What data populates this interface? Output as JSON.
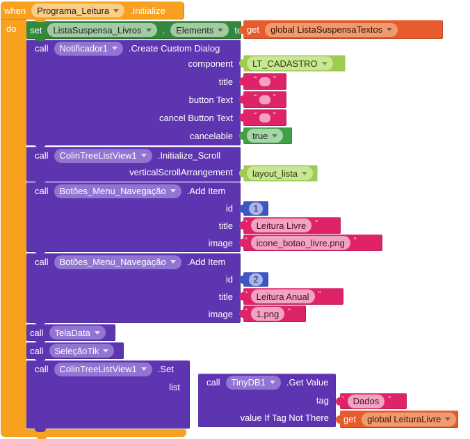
{
  "colors": {
    "event": "#F8A01F",
    "event-light": "#FBCD86",
    "method": "#5E35B1",
    "method-light": "#9274D2",
    "setter": "#33883D",
    "setter-light": "#A3CBA3",
    "logic": "#43A047",
    "logic-light": "#A5D6A7",
    "text": "#DE2368",
    "text-light": "#F2A3C2",
    "number": "#3E56C0",
    "number-light": "#A9B5EA",
    "variable": "#E75C2C",
    "variable-light": "#F09A70",
    "component": "#9FCB52",
    "component-light": "#C9E694"
  },
  "quotes": {
    "open": "“",
    "close": "”"
  },
  "when_block": {
    "keyword": "when",
    "target": "Programa_Leitura",
    "event": ".Initialize",
    "do_label": "do"
  },
  "set_block": {
    "keyword": "set",
    "target": "ListaSuspensa_Livros",
    "separator": ".",
    "property": "Elements",
    "to_label": "to"
  },
  "get_listasuspensatextos": {
    "keyword": "get",
    "variable": "global ListaSuspensaTextos"
  },
  "create_dialog": {
    "keyword": "call",
    "target": "Notificador1",
    "method": ".Create Custom Dialog",
    "labels": {
      "component": "component",
      "title": "title",
      "button_text": "button Text",
      "cancel_button_text": "cancel Button Text",
      "cancelable": "cancelable"
    },
    "component_value": "LT_CADASTRO",
    "cancelable_value": "true"
  },
  "initialize_scroll": {
    "keyword": "call",
    "target": "ColinTreeListView1",
    "method": ".Initialize_Scroll",
    "labels": {
      "arrangement": "verticalScrollArrangement"
    },
    "arrangement_value": "layout_lista"
  },
  "add_item_1": {
    "keyword": "call",
    "target": "Botões_Menu_Navegação",
    "method": ".Add Item",
    "labels": {
      "id": "id",
      "title": "title",
      "image": "image"
    },
    "id_value": "1",
    "title_value": "Leitura Livre",
    "image_value": "icone_botao_livre.png"
  },
  "add_item_2": {
    "keyword": "call",
    "target": "Botões_Menu_Navegação",
    "method": ".Add Item",
    "labels": {
      "id": "id",
      "title": "title",
      "image": "image"
    },
    "id_value": "2",
    "title_value": "Leitura Anual",
    "image_value": "1.png"
  },
  "call_teladata": {
    "keyword": "call",
    "target": "TelaData"
  },
  "call_selecaotik": {
    "keyword": "call",
    "target": "SeleçãoTik"
  },
  "set_list": {
    "keyword": "call",
    "target": "ColinTreeListView1",
    "method": ".Set",
    "labels": {
      "list": "list"
    }
  },
  "get_value": {
    "keyword": "call",
    "target": "TinyDB1",
    "method": ".Get Value",
    "labels": {
      "tag": "tag",
      "value_if": "value If Tag Not There"
    },
    "tag_value": "Dados"
  },
  "get_leituralivre": {
    "keyword": "get",
    "variable": "global LeituraLivre"
  }
}
